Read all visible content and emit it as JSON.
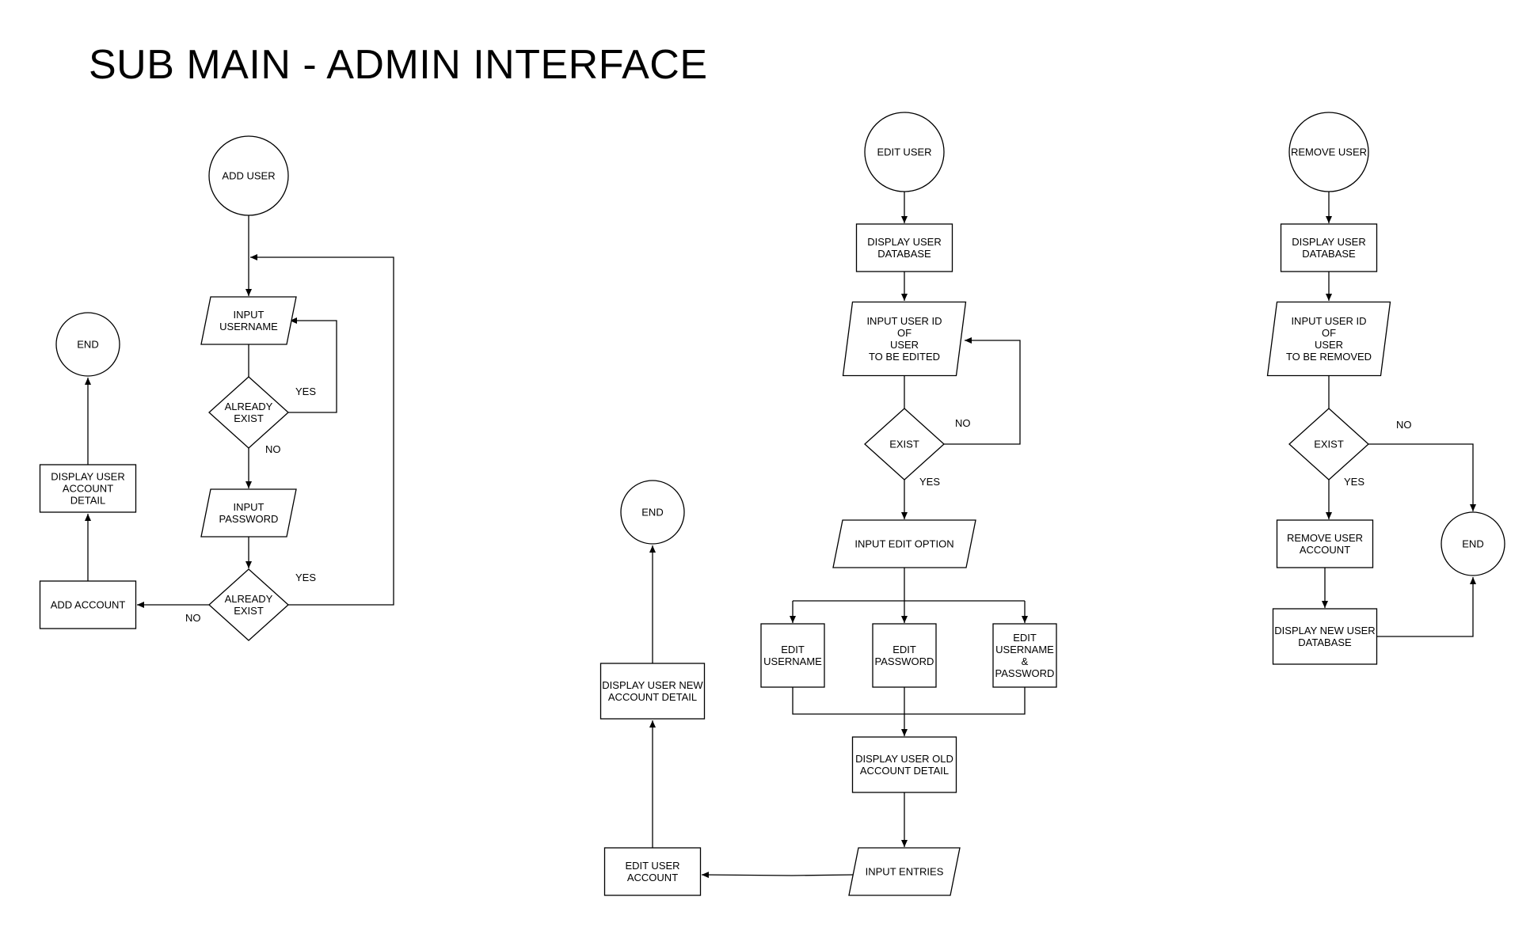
{
  "title": "SUB MAIN - ADMIN INTERFACE",
  "nodes": {
    "add_user_start": [
      "ADD USER"
    ],
    "add_input_username": [
      "INPUT",
      "USERNAME"
    ],
    "add_exist_1": [
      "ALREADY",
      "EXIST"
    ],
    "add_input_password": [
      "INPUT",
      "PASSWORD"
    ],
    "add_exist_2": [
      "ALREADY",
      "EXIST"
    ],
    "add_account": [
      "ADD ACCOUNT"
    ],
    "add_display_detail": [
      "DISPLAY USER",
      "ACCOUNT",
      "DETAIL"
    ],
    "add_end": [
      "END"
    ],
    "edit_user_start": [
      "EDIT USER"
    ],
    "edit_display_db": [
      "DISPLAY USER",
      "DATABASE"
    ],
    "edit_input_id": [
      "INPUT USER ID",
      "OF",
      "USER",
      "TO BE EDITED"
    ],
    "edit_exist": [
      "EXIST"
    ],
    "edit_input_option": [
      "INPUT EDIT OPTION"
    ],
    "edit_username": [
      "EDIT",
      "USERNAME"
    ],
    "edit_password": [
      "EDIT",
      "PASSWORD"
    ],
    "edit_both": [
      "EDIT",
      "USERNAME",
      "&",
      "PASSWORD"
    ],
    "edit_display_old": [
      "DISPLAY USER OLD",
      "ACCOUNT DETAIL"
    ],
    "edit_input_entries": [
      "INPUT ENTRIES"
    ],
    "edit_user_account": [
      "EDIT USER",
      "ACCOUNT"
    ],
    "edit_display_new": [
      "DISPLAY USER NEW",
      "ACCOUNT DETAIL"
    ],
    "edit_end": [
      "END"
    ],
    "remove_user_start": [
      "REMOVE USER"
    ],
    "remove_display_db": [
      "DISPLAY USER",
      "DATABASE"
    ],
    "remove_input_id": [
      "INPUT USER ID",
      "OF",
      "USER",
      "TO BE REMOVED"
    ],
    "remove_exist": [
      "EXIST"
    ],
    "remove_account": [
      "REMOVE USER",
      "ACCOUNT"
    ],
    "remove_display_new_db": [
      "DISPLAY NEW USER",
      "DATABASE"
    ],
    "remove_end": [
      "END"
    ]
  },
  "edge_labels": {
    "add_exist1_yes": "YES",
    "add_exist1_no": "NO",
    "add_exist2_yes": "YES",
    "add_exist2_no": "NO",
    "edit_exist_no": "NO",
    "edit_exist_yes": "YES",
    "remove_exist_no": "NO",
    "remove_exist_yes": "YES"
  }
}
